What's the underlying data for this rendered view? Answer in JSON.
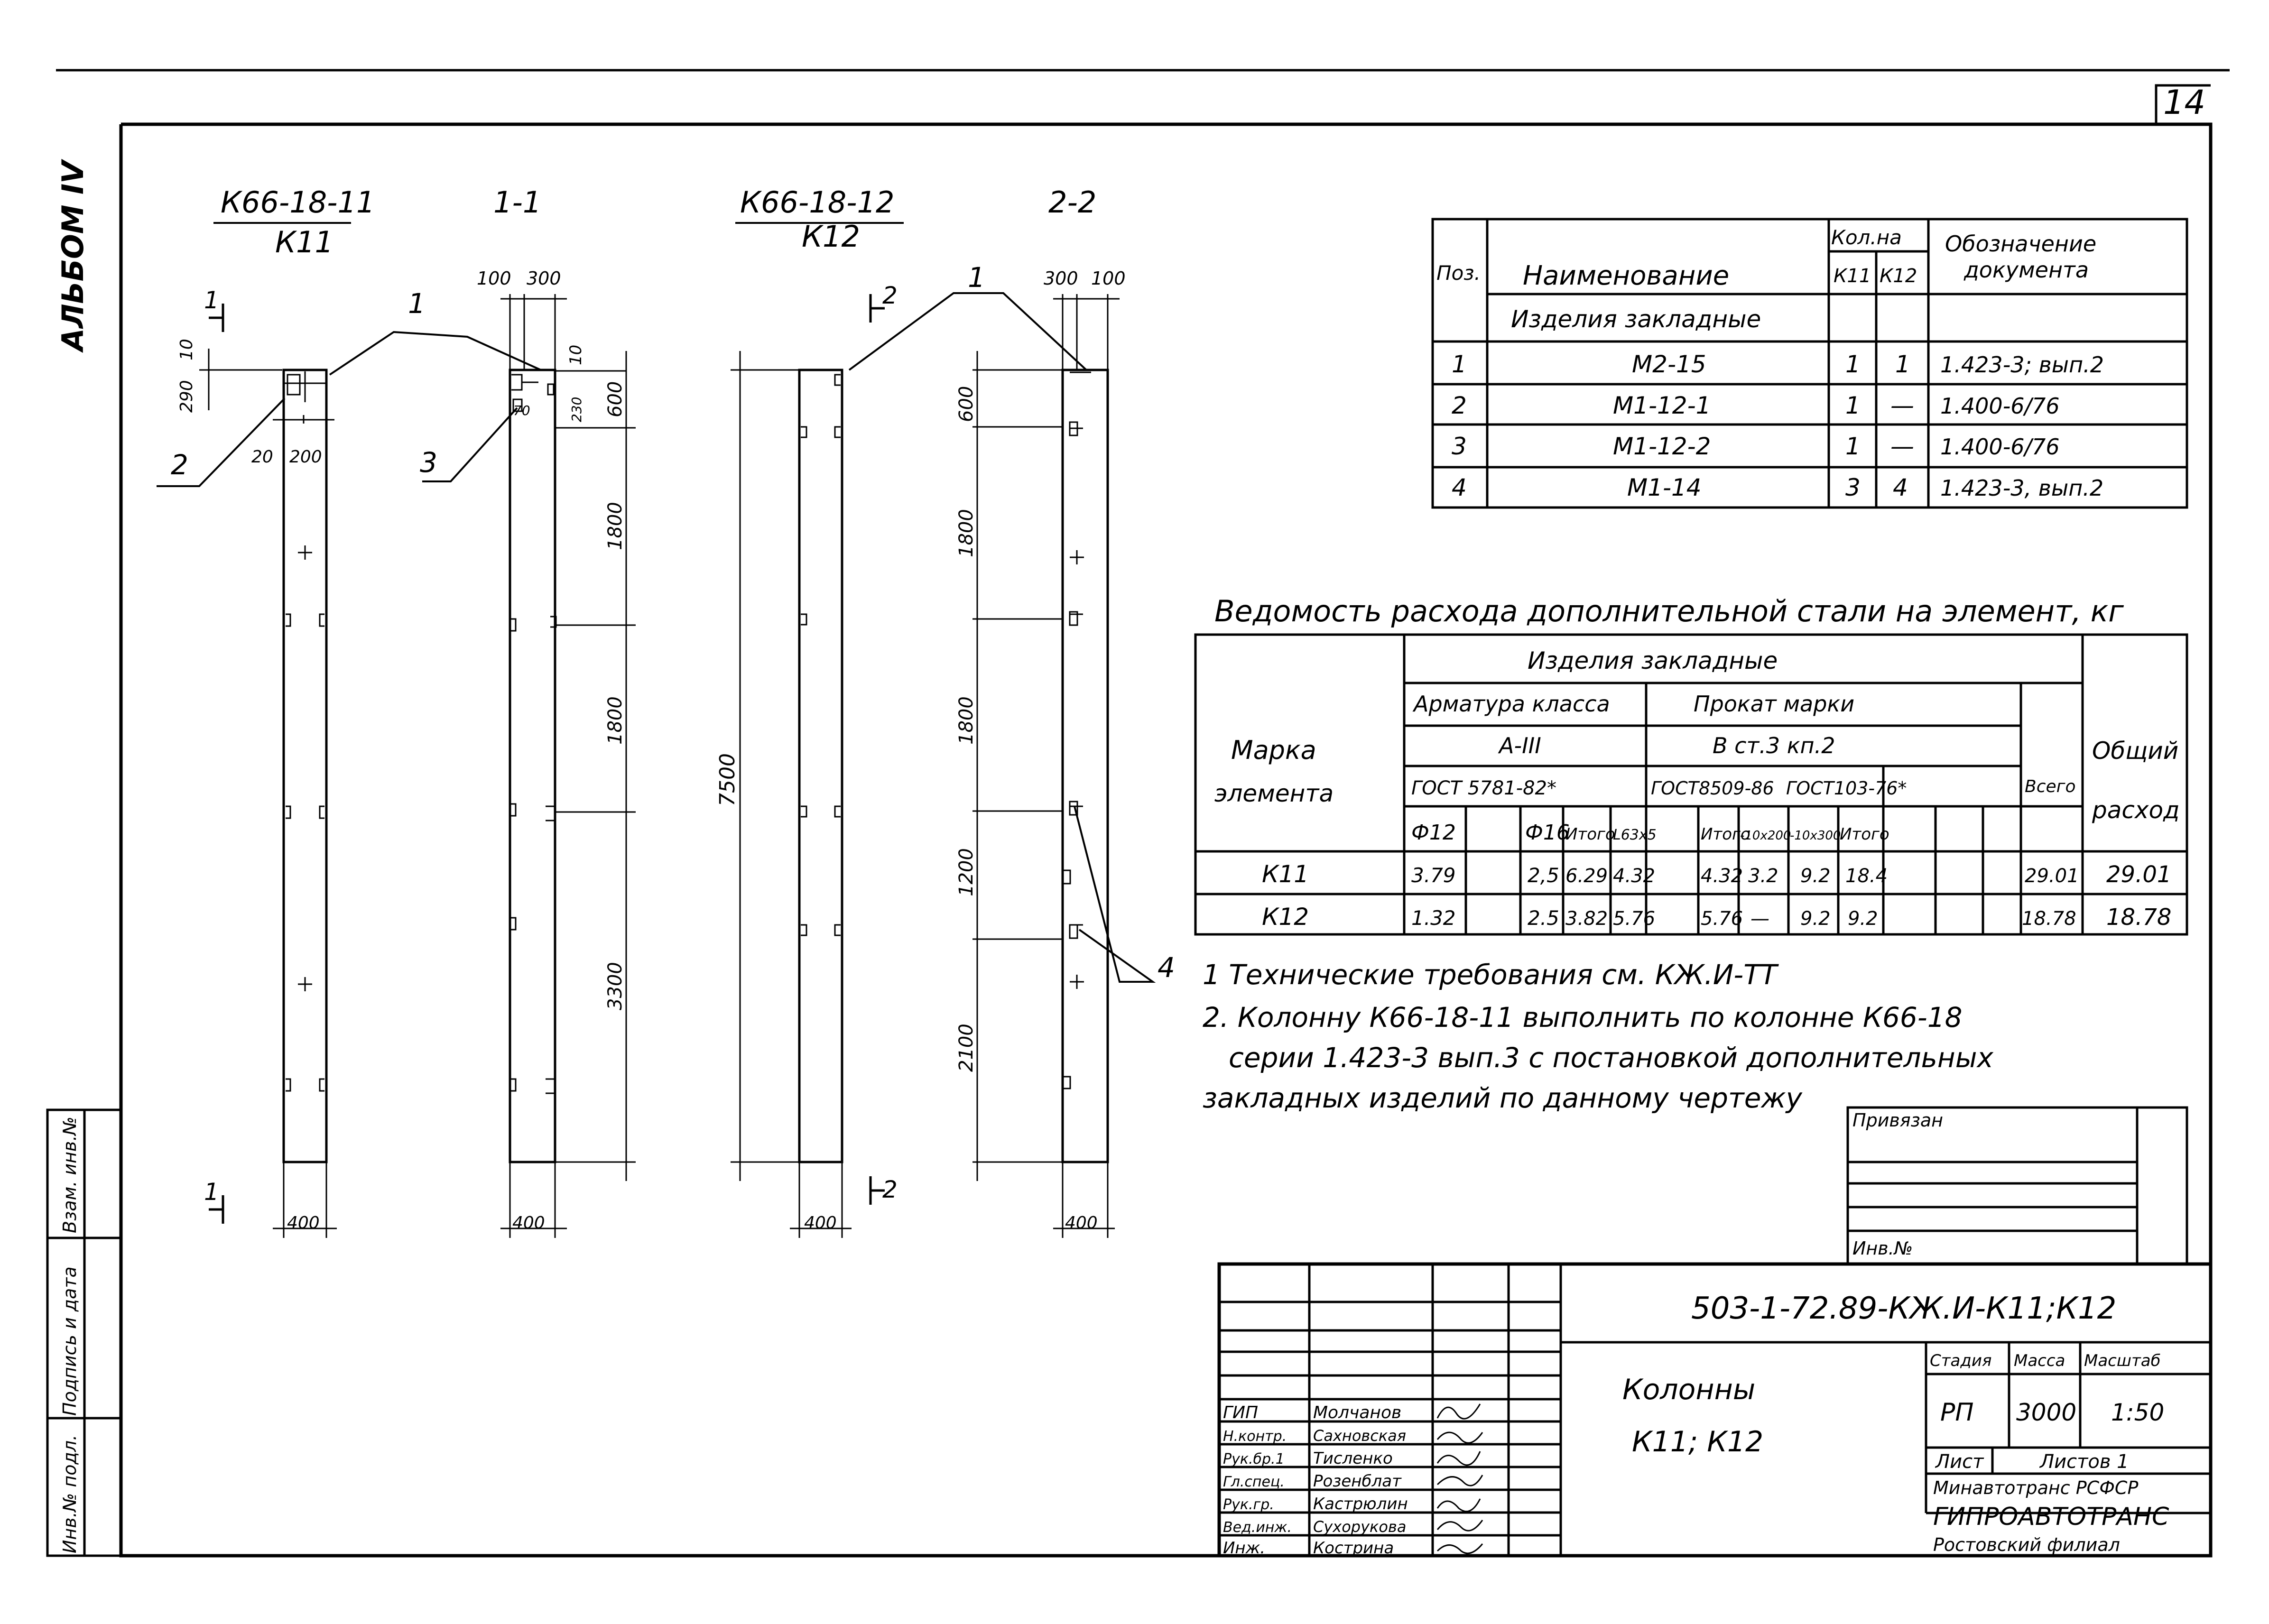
{
  "sheet": {
    "page_number": "14",
    "album": "АЛЬБОМ IV",
    "side_labels": [
      "Инв.№ подл.",
      "Подпись и дата",
      "Взам. инв.№"
    ]
  },
  "views": {
    "k11_mark": "К66-18-11",
    "k11_sub": "К11",
    "section_11": "1-1",
    "k12_mark": "К66-18-12",
    "k12_sub": "К12",
    "section_22": "2-2",
    "cut_1": "1",
    "cut_2": "2",
    "callout_1": "1",
    "callout_2": "2",
    "callout_3": "3",
    "callout_4": "4",
    "dim_100": "100",
    "dim_300": "300",
    "dim_10": "10",
    "dim_290": "290",
    "dim_20": "20",
    "dim_200": "200",
    "dim_70": "70",
    "dim_230": "230",
    "dim_600": "600",
    "dim_1800": "1800",
    "dim_3300": "3300",
    "dim_1200": "1200",
    "dim_2100": "2100",
    "dim_7500": "7500",
    "dim_400": "400"
  },
  "spec_table": {
    "h_pos": "Поз.",
    "h_name": "Наименование",
    "h_qty": "Кол.на",
    "h_k11": "К11",
    "h_k12": "К12",
    "h_doc1": "Обозначение",
    "h_doc2": "документа",
    "group": "Изделия закладные",
    "rows": [
      {
        "pos": "1",
        "name": "М2-15",
        "k11": "1",
        "k12": "1",
        "doc": "1.423-3; вып.2"
      },
      {
        "pos": "2",
        "name": "М1-12-1",
        "k11": "1",
        "k12": "—",
        "doc": "1.400-6/76"
      },
      {
        "pos": "3",
        "name": "М1-12-2",
        "k11": "1",
        "k12": "—",
        "doc": "1.400-6/76"
      },
      {
        "pos": "4",
        "name": "М1-14",
        "k11": "3",
        "k12": "4",
        "doc": "1.423-3, вып.2"
      }
    ]
  },
  "steel_table": {
    "title": "Ведомость расхода дополнительной стали на элемент, кг",
    "h_items": "Изделия закладные",
    "h_arm": "Арматура класса",
    "h_prokat": "Прокат марки",
    "h_marka1": "Марка",
    "h_marka2": "элемента",
    "h_a3": "А-III",
    "h_vst": "В ст.3 кп.2",
    "h_total1": "Общий",
    "h_total2": "расход",
    "h_vsego": "Всего",
    "h_gost1": "ГОСТ 5781-82*",
    "h_gost2": "ГОСТ8509-86",
    "h_gost3": "ГОСТ103-76*",
    "cols": [
      "Ф12",
      "",
      "Ф16",
      "Итого",
      "L63x5",
      "",
      "Итого",
      "-10x200",
      "-10x300",
      "Итого"
    ],
    "rows": [
      {
        "mark": "К11",
        "vals": [
          "3.79",
          "",
          "2,5",
          "6.29",
          "4.32",
          "",
          "4.32",
          "3.2",
          "9.2",
          "18.4",
          "29.01",
          "29.01"
        ]
      },
      {
        "mark": "К12",
        "vals": [
          "1.32",
          "",
          "2.5",
          "3.82",
          "5.76",
          "",
          "5.76",
          "—",
          "9.2",
          "9.2",
          "18.78",
          "18.78"
        ]
      }
    ]
  },
  "notes": [
    "1 Технические требования см. КЖ.И-ТТ",
    "2. Колонну К66-18-11 выполнить по колонне К66-18",
    "серии 1.423-3 вып.3 с постановкой дополнительных",
    "закладных изделий по данному чертежу"
  ],
  "stamp": {
    "privyazan": "Привязан",
    "inv": "Инв.№",
    "code": "503-1-72.89-КЖ.И-К11;К12",
    "title1": "Колонны",
    "title2": "К11; К12",
    "h_stage": "Стадия",
    "h_mass": "Масса",
    "h_scale": "Масштаб",
    "stage": "РП",
    "mass": "3000",
    "scale": "1:50",
    "sheet": "Лист",
    "sheets": "Листов 1",
    "org1": "Минавтотранс РСФСР",
    "org2": "ГИПРОАВТОТРАНС",
    "org3": "Ростовский филиал",
    "people": [
      {
        "role": "ГИП",
        "name": "Молчанов"
      },
      {
        "role": "Н.контр.",
        "name": "Сахновская"
      },
      {
        "role": "Рук.бр.1",
        "name": "Тисленко"
      },
      {
        "role": "Гл.спец.",
        "name": "Розенблат"
      },
      {
        "role": "Рук.гр.",
        "name": "Кастрюлин"
      },
      {
        "role": "Вед.инж.",
        "name": "Сухорукова"
      },
      {
        "role": "Инж.",
        "name": "Кострина"
      }
    ]
  }
}
